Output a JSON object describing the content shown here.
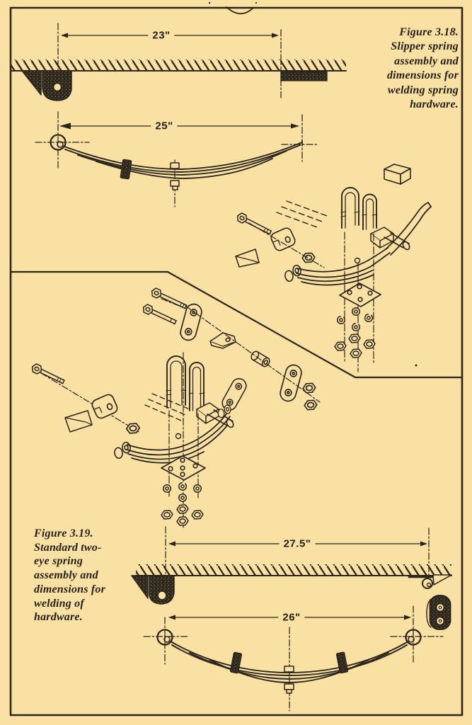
{
  "page": {
    "background_color": "#f8e1a3",
    "ink_color": "#2b251b"
  },
  "figures": {
    "fig318": {
      "caption": [
        "Figure 3.18.",
        "Slipper spring",
        "assembly and",
        "dimensions for",
        "welding spring",
        "hardware."
      ],
      "dim_hanger_spacing": "23\"",
      "dim_spring_length": "25\""
    },
    "fig319": {
      "caption": [
        "Figure 3.19.",
        "Standard two-",
        "eye spring",
        "assembly and",
        "dimensions for",
        "welding of",
        "hardware."
      ],
      "dim_hanger_spacing": "27.5\"",
      "dim_spring_length": "26\""
    }
  }
}
